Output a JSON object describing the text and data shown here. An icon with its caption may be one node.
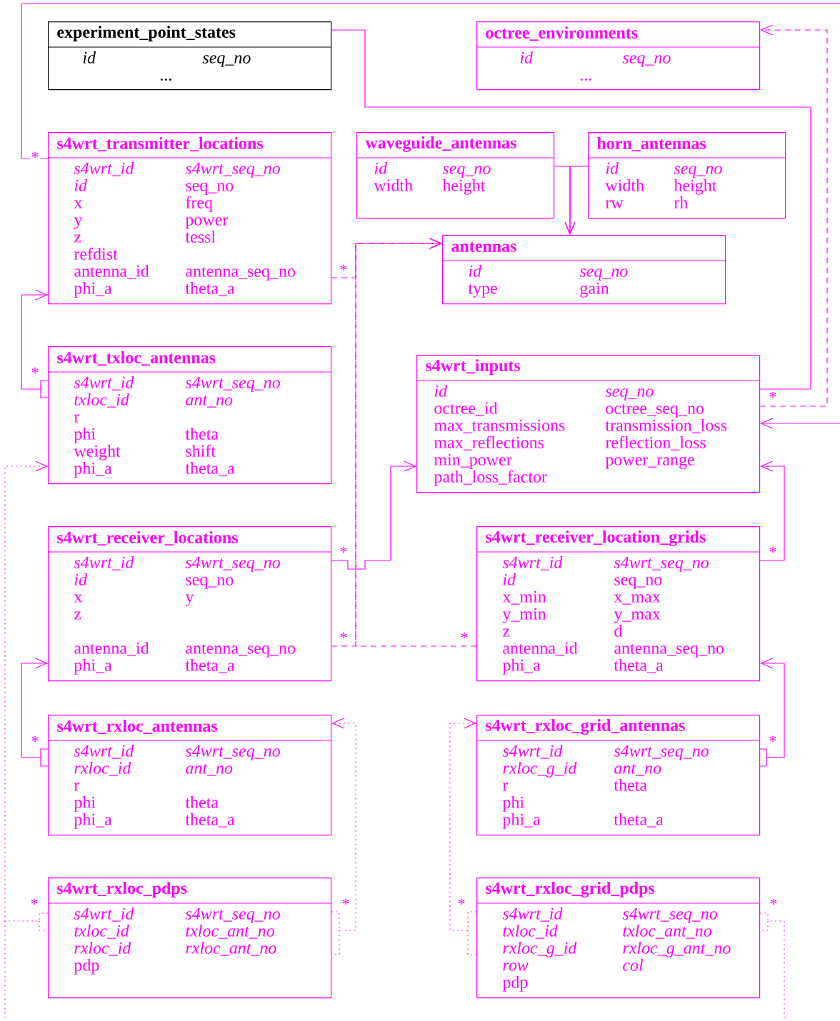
{
  "diagram": {
    "nodes": [
      {
        "text": [
          "experiment_point_states",
          "id",
          "seq_no",
          "..."
        ]
      },
      {
        "text": [
          "octree_environments",
          "id",
          "seq_no",
          "..."
        ]
      },
      {
        "text": [
          "s4wrt_transmitter_locations",
          "s4wrt_id",
          "s4wrt_seq_no",
          "id",
          "seq_no",
          "x",
          "freq",
          "y",
          "power",
          "z",
          "tessl",
          "refdist",
          "antenna_id",
          "antenna_seq_no",
          "phi_a",
          "theta_a"
        ]
      },
      {
        "text": [
          "waveguide_antennas",
          "id",
          "seq_no",
          "width",
          "height"
        ]
      },
      {
        "text": [
          "horn_antennas",
          "id",
          "seq_no",
          "width",
          "height",
          "rw",
          "rh"
        ]
      },
      {
        "text": [
          "antennas",
          "id",
          "seq_no",
          "type",
          "gain"
        ]
      },
      {
        "text": [
          "s4wrt_txloc_antennas",
          "s4wrt_id",
          "s4wrt_seq_no",
          "txloc_id",
          "ant_no",
          "r",
          "phi",
          "theta",
          "weight",
          "shift",
          "phi_a",
          "theta_a"
        ]
      },
      {
        "text": [
          "s4wrt_inputs",
          "id",
          "seq_no",
          "octree_id",
          "octree_seq_no",
          "max_transmissions",
          "transmission_loss",
          "max_reflections",
          "reflection_loss",
          "min_power",
          "power_range",
          "path_loss_factor"
        ]
      },
      {
        "text": [
          "s4wrt_receiver_locations",
          "s4wrt_id",
          "s4wrt_seq_no",
          "id",
          "seq_no",
          "x",
          "y",
          "z",
          "antenna_id",
          "antenna_seq_no",
          "phi_a",
          "theta_a"
        ]
      },
      {
        "text": [
          "s4wrt_receiver_location_grids",
          "s4wrt_id",
          "s4wrt_seq_no",
          "id",
          "seq_no",
          "x_min",
          "x_max",
          "y_min",
          "y_max",
          "z",
          "d",
          "antenna_id",
          "antenna_seq_no",
          "phi_a",
          "theta_a"
        ]
      },
      {
        "text": [
          "s4wrt_rxloc_antennas",
          "s4wrt_id",
          "s4wrt_seq_no",
          "rxloc_id",
          "ant_no",
          "r",
          "phi",
          "theta",
          "phi_a",
          "theta_a"
        ]
      },
      {
        "text": [
          "s4wrt_rxloc_grid_antennas",
          "s4wrt_id",
          "s4wrt_seq_no",
          "rxloc_g_id",
          "ant_no",
          "r",
          "theta",
          "phi",
          "phi_a",
          "theta_a"
        ]
      },
      {
        "text": [
          "s4wrt_rxloc_pdps",
          "s4wrt_id",
          "s4wrt_seq_no",
          "txloc_id",
          "txloc_ant_no",
          "rxloc_id",
          "rxloc_ant_no",
          "pdp"
        ]
      },
      {
        "text": [
          "s4wrt_rxloc_grid_pdps",
          "s4wrt_id",
          "s4wrt_seq_no",
          "txloc_id",
          "txloc_ant_no",
          "rxloc_g_id",
          "rxloc_g_ant_no",
          "row",
          "col",
          "pdp"
        ]
      }
    ],
    "edges": [
      {
        "from": 2,
        "to": null,
        "arrow": "none",
        "label": "*"
      },
      {
        "from": null,
        "to": 7,
        "arrow": "to"
      },
      {
        "from": 7,
        "to": 0,
        "arrow": "none",
        "label": "*"
      },
      {
        "from": 7,
        "to": 1,
        "arrow": "to",
        "style": "dashed"
      },
      {
        "from": 3,
        "to": 5,
        "arrow": "to"
      },
      {
        "from": 4,
        "to": 5,
        "arrow": "to"
      },
      {
        "from": 2,
        "to": 5,
        "arrow": "to",
        "style": "dashed",
        "label": "*"
      },
      {
        "from": 8,
        "to": 5,
        "arrow": "to",
        "style": "dashed",
        "label": "*"
      },
      {
        "from": 9,
        "to": 5,
        "arrow": "to",
        "style": "dashed",
        "label": "*"
      },
      {
        "from": 6,
        "to": 2,
        "arrow": "to",
        "label": "*"
      },
      {
        "from": 12,
        "to": 6,
        "arrow": "to",
        "style": "dashed",
        "label": "*"
      },
      {
        "from": 13,
        "to": null,
        "arrow": "none",
        "style": "dashed",
        "label": "*"
      },
      {
        "from": 8,
        "to": 7,
        "arrow": "to",
        "label": "*"
      },
      {
        "from": 9,
        "to": 7,
        "arrow": "to",
        "label": "*"
      },
      {
        "from": 10,
        "to": 8,
        "arrow": "to",
        "label": "*"
      },
      {
        "from": 11,
        "to": 9,
        "arrow": "to",
        "label": "*"
      },
      {
        "from": 12,
        "to": 10,
        "arrow": "to",
        "style": "dashed",
        "label": "*"
      },
      {
        "from": 13,
        "to": 11,
        "arrow": "to",
        "style": "dashed",
        "label": "*"
      }
    ]
  }
}
